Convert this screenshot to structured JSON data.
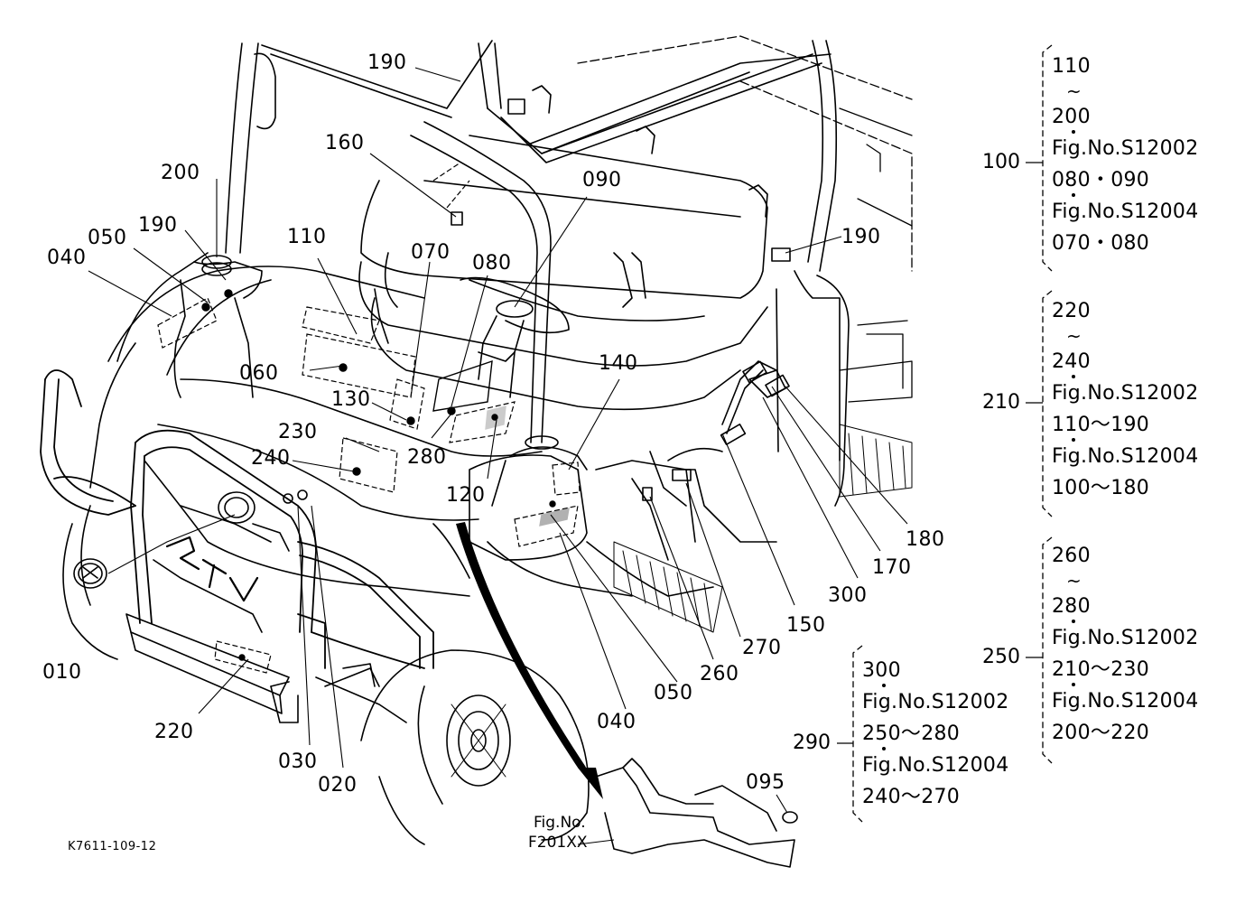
{
  "diagram_code": "K7611-109-12",
  "figure_ref": {
    "line1": "Fig.No.",
    "line2": "F201XX"
  },
  "callouts": {
    "c010": "010",
    "c020": "020",
    "c030": "030",
    "c040a": "040",
    "c040b": "040",
    "c050a": "050",
    "c050b": "050",
    "c060": "060",
    "c070": "070",
    "c080": "080",
    "c090": "090",
    "c095": "095",
    "c110": "110",
    "c120": "120",
    "c130": "130",
    "c140": "140",
    "c150": "150",
    "c160": "160",
    "c170": "170",
    "c180": "180",
    "c190a": "190",
    "c190b": "190",
    "c190c": "190",
    "c200": "200",
    "c220": "220",
    "c230": "230",
    "c240": "240",
    "c260": "260",
    "c270": "270",
    "c280": "280",
    "c300": "300"
  },
  "groups": {
    "g100": {
      "key": "100",
      "range_start": "110",
      "wave": "~",
      "range_end": "200",
      "ref1": "Fig.No.S12002",
      "ref1_items": "080・090",
      "ref2": "Fig.No.S12004",
      "ref2_items": "070・080"
    },
    "g210": {
      "key": "210",
      "range_start": "220",
      "wave": "~",
      "range_end": "240",
      "ref1": "Fig.No.S12002",
      "ref1_items": "110～190",
      "ref2": "Fig.No.S12004",
      "ref2_items": "100～180"
    },
    "g250": {
      "key": "250",
      "range_start": "260",
      "wave": "~",
      "range_end": "280",
      "ref1": "Fig.No.S12002",
      "ref1_items": "210～230",
      "ref2": "Fig.No.S12004",
      "ref2_items": "200～220"
    },
    "g290": {
      "key": "290",
      "item": "300",
      "ref1": "Fig.No.S12002",
      "ref1_items": "250～280",
      "ref2": "Fig.No.S12004",
      "ref2_items": "240～270"
    }
  },
  "colors": {
    "ink": "#000000",
    "paper": "#ffffff"
  }
}
